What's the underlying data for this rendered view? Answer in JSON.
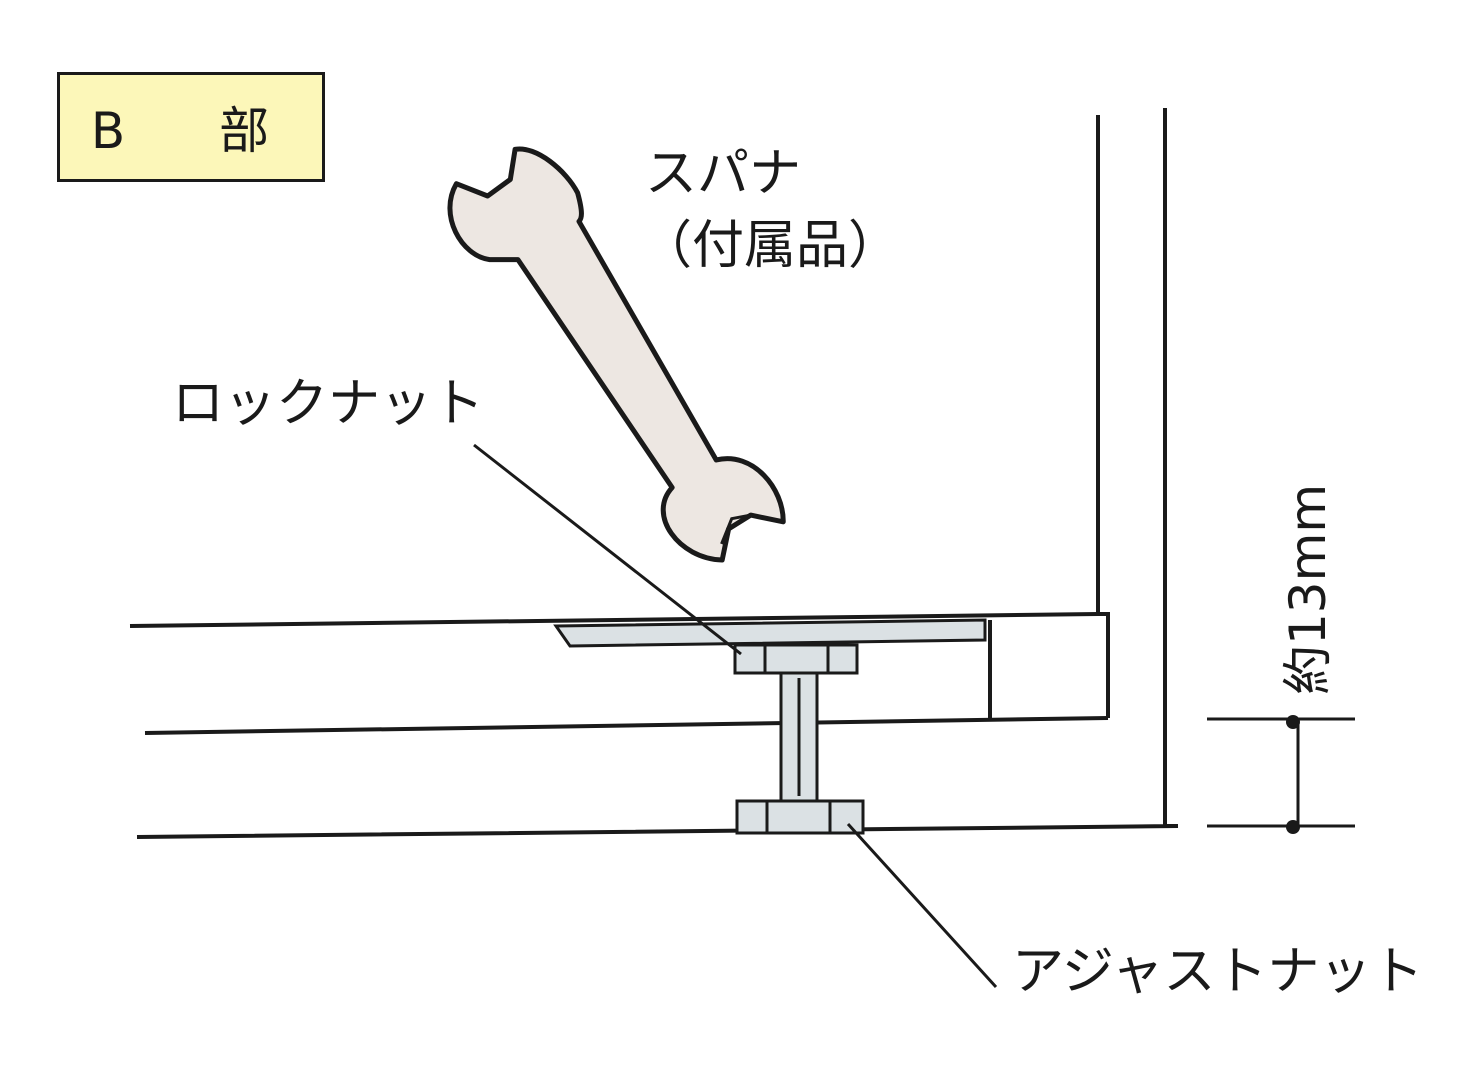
{
  "section_label": "B　部",
  "spanner_label": {
    "line1": "スパナ",
    "line2": "（付属品）"
  },
  "lock_nut_label": "ロックナット",
  "adjust_nut_label": "アジャストナット",
  "dimension_label": "約13mm",
  "colors": {
    "section_box_fill": "#fcf7b9",
    "metal_fill": "#dbe1e4",
    "wrench_fill": "#ede7e2",
    "line": "#1a1a1a"
  }
}
